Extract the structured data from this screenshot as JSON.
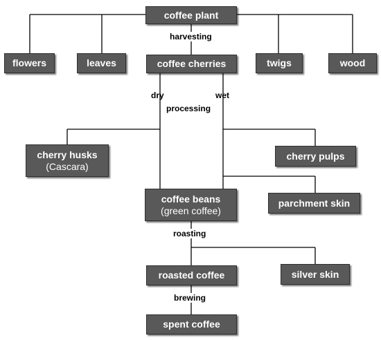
{
  "nodes": {
    "coffee_plant": "coffee plant",
    "flowers": "flowers",
    "leaves": "leaves",
    "coffee_cherries": "coffee cherries",
    "twigs": "twigs",
    "wood": "wood",
    "cherry_husks": "cherry husks",
    "cherry_husks_sub": "(Cascara)",
    "cherry_pulps": "cherry pulps",
    "coffee_beans": "coffee beans",
    "coffee_beans_sub": "(green coffee)",
    "parchment_skin": "parchment skin",
    "roasted_coffee": "roasted coffee",
    "silver_skin": "silver skin",
    "spent_coffee": "spent coffee"
  },
  "labels": {
    "harvesting": "harvesting",
    "dry": "dry",
    "wet": "wet",
    "processing": "processing",
    "roasting": "roasting",
    "brewing": "brewing"
  },
  "colors": {
    "box_fill": "#595959",
    "box_text": "#ffffff",
    "line": "#000000"
  }
}
